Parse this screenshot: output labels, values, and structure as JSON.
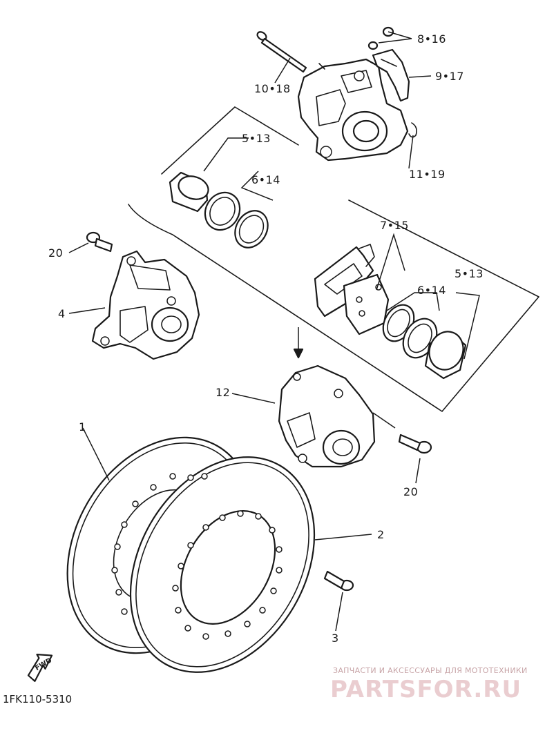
{
  "callouts": {
    "c_8_16": "8•16",
    "c_9_17": "9•17",
    "c_10_18": "10•18",
    "c_11_19": "11•19",
    "c_5_13_top": "5•13",
    "c_6_14_top": "6•14",
    "c_7_15": "7•15",
    "c_6_14_right": "6•14",
    "c_5_13_right": "5•13",
    "c_20_left": "20",
    "c_4": "4",
    "c_12": "12",
    "c_20_right": "20",
    "c_1": "1",
    "c_2": "2",
    "c_3": "3"
  },
  "fwd_label": "FWD",
  "diagram_code": "1FK110-5310",
  "watermark": {
    "tagline": "ЗАПЧАСТИ И АКСЕССУАРЫ ДЛЯ МОТОТЕХНИКИ",
    "logo": "PARTSFOR.RU"
  }
}
